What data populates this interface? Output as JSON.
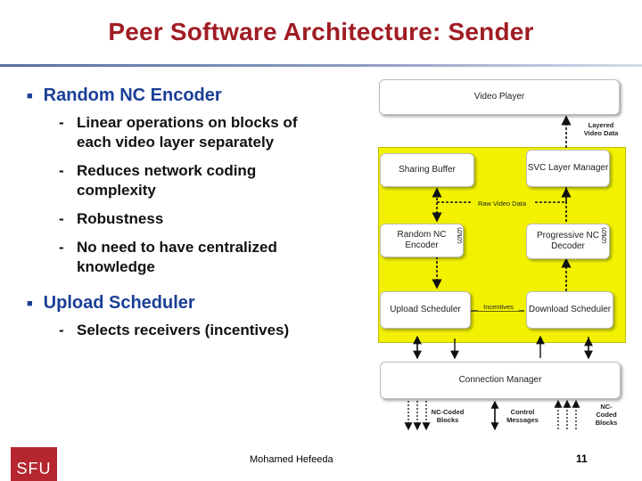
{
  "slide": {
    "title": "Peer Software Architecture: Sender",
    "author": "Mohamed  Hefeeda",
    "page_number": "11",
    "logo_text": "SFU"
  },
  "bullets": [
    {
      "text": "Random NC Encoder",
      "sub": [
        "Linear operations on blocks of each video layer separately",
        "Reduces network coding complexity",
        "Robustness",
        "No need to have centralized knowledge"
      ]
    },
    {
      "text": "Upload Scheduler",
      "sub": [
        "Selects receivers (incentives)"
      ]
    }
  ],
  "diagram": {
    "boxes": {
      "video_player": "Video Player",
      "sharing_buffer": "Sharing Buffer",
      "svc_layer_manager": "SVC Layer Manager",
      "random_nc_encoder": "Random NC Encoder",
      "progressive_nc_decoder": "Progressive NC Decoder",
      "upload_scheduler": "Upload Scheduler",
      "download_scheduler": "Download Scheduler",
      "connection_manager": "Connection Manager"
    },
    "labels": {
      "layered_video_data": "Layered Video Data",
      "raw_video_data": "Raw Video Data",
      "incentives": "Incentives",
      "nc_coded_blocks_left": "NC-Coded Blocks",
      "control_messages": "Control Messages",
      "nc_coded_blocks_right": "NC-Coded Blocks"
    }
  },
  "colors": {
    "title": "#a01c24",
    "bullet_primary": "#1a3f95",
    "diagram_background": "#f2f200",
    "logo": "#b5262e"
  }
}
